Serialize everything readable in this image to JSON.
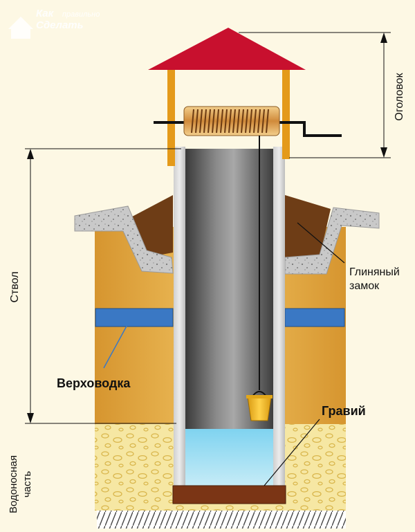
{
  "logo": {
    "line1": "Как",
    "line2": "правильно",
    "line3": "Сделать"
  },
  "labels": {
    "head": "Оголовок",
    "shaft": "Ствол",
    "aquifer_line1": "Водоносная",
    "aquifer_line2": "часть",
    "clay_lock_line1": "Глиняный",
    "clay_lock_line2": "замок",
    "perched_water": "Верховодка",
    "gravel": "Гравий"
  },
  "colors": {
    "background": "#fdf8e4",
    "soil": "#e0a945",
    "roof": "#c8102e",
    "water_layer": "#3a78c4",
    "sand": "#f6e7a3",
    "gravel_pad": "#7b3515",
    "concrete": "#bdbdbd"
  }
}
